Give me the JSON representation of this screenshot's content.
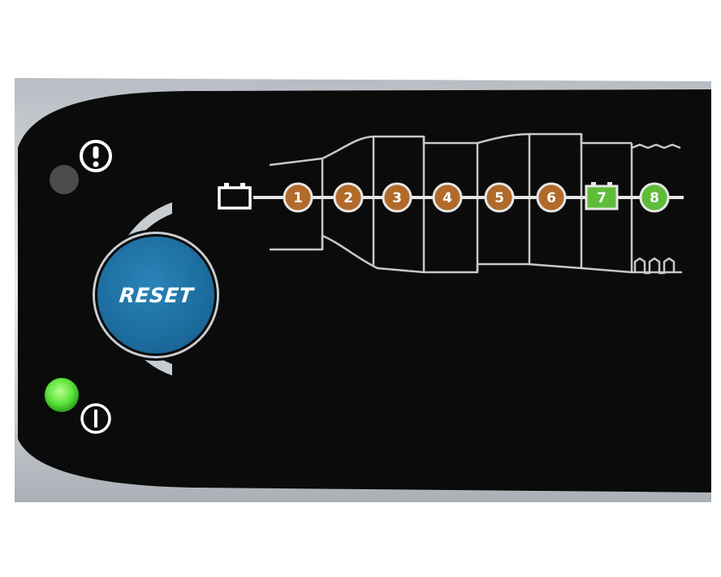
{
  "reset_button": {
    "label": "RESET"
  },
  "steps": [
    {
      "label": "1",
      "state": "done"
    },
    {
      "label": "2",
      "state": "done"
    },
    {
      "label": "3",
      "state": "done"
    },
    {
      "label": "4",
      "state": "done"
    },
    {
      "label": "5",
      "state": "done"
    },
    {
      "label": "6",
      "state": "done"
    },
    {
      "label": "7",
      "state": "active"
    },
    {
      "label": "8",
      "state": "active"
    }
  ],
  "indicators": {
    "error_led": "off",
    "power_led": "on"
  },
  "icons": {
    "battery": "battery-icon",
    "warning": "exclamation-icon",
    "power": "power-icon"
  },
  "colors": {
    "panel": "#0b0b0b",
    "bezel": "#c9ced3",
    "step_done": "#b26a2a",
    "step_active": "#5fbd3a",
    "reset_blue": "#1d6ea1",
    "power_led": "#59e33c",
    "error_led": "#4c4c4c"
  }
}
